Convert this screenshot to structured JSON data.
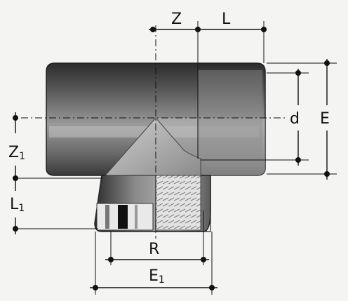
{
  "labels": {
    "z": "Z",
    "l": "L",
    "d": "d",
    "e": "E",
    "z1_main": "Z",
    "z1_sub": "1",
    "l1_main": "L",
    "l1_sub": "1",
    "r": "R",
    "e1_main": "E",
    "e1_sub": "1"
  },
  "colors": {
    "body_dark": "#3a3a3a",
    "body_mid": "#7b7b7b",
    "body_light": "#c9c9c9",
    "thread": "#d8d8d8",
    "line": "#111111",
    "background": "#f4f4f2"
  }
}
